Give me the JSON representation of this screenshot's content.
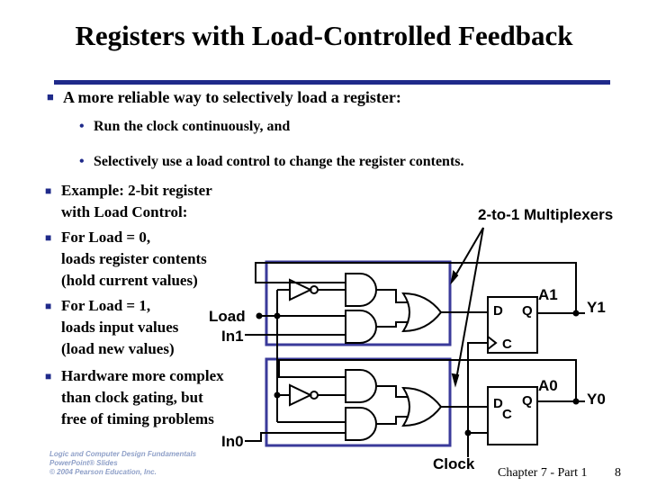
{
  "title": "Registers with Load-Controlled Feedback",
  "bullets": {
    "main": "A more reliable way to selectively load a register:",
    "sub1": "Run the clock continuously, and",
    "sub2": "Selectively use a load control to change the register contents.",
    "example_l1": "Example: 2-bit register",
    "example_l2": "with Load Control:",
    "load0_l1": "For Load = 0,",
    "load0_l2": "loads register contents",
    "load0_l3": "(hold current values)",
    "load1_l1": "For Load = 1,",
    "load1_l2": "loads input values",
    "load1_l3": "(load new values)",
    "hw_l1": "Hardware more complex",
    "hw_l2": "than clock gating, but",
    "hw_l3": "free of timing problems"
  },
  "diagram": {
    "mux_label": "2-to-1 Multiplexers",
    "load": "Load",
    "in1": "In1",
    "in0": "In0",
    "clock": "Clock",
    "a1": "A1",
    "a0": "A0",
    "y1": "Y1",
    "y0": "Y0",
    "d1": "D",
    "q1": "Q",
    "c1": "C",
    "d0": "D",
    "q0": "Q",
    "c0": "C"
  },
  "footer": {
    "logo_l1": "Logic and Computer Design Fundamentals",
    "logo_l2": "PowerPoint® Slides",
    "logo_l3": "© 2004 Pearson Education, Inc.",
    "chapter": "Chapter 7 - Part 1",
    "page": "8"
  },
  "colors": {
    "accent": "#1f2a8a",
    "mux_box": "#3a3a9a"
  }
}
